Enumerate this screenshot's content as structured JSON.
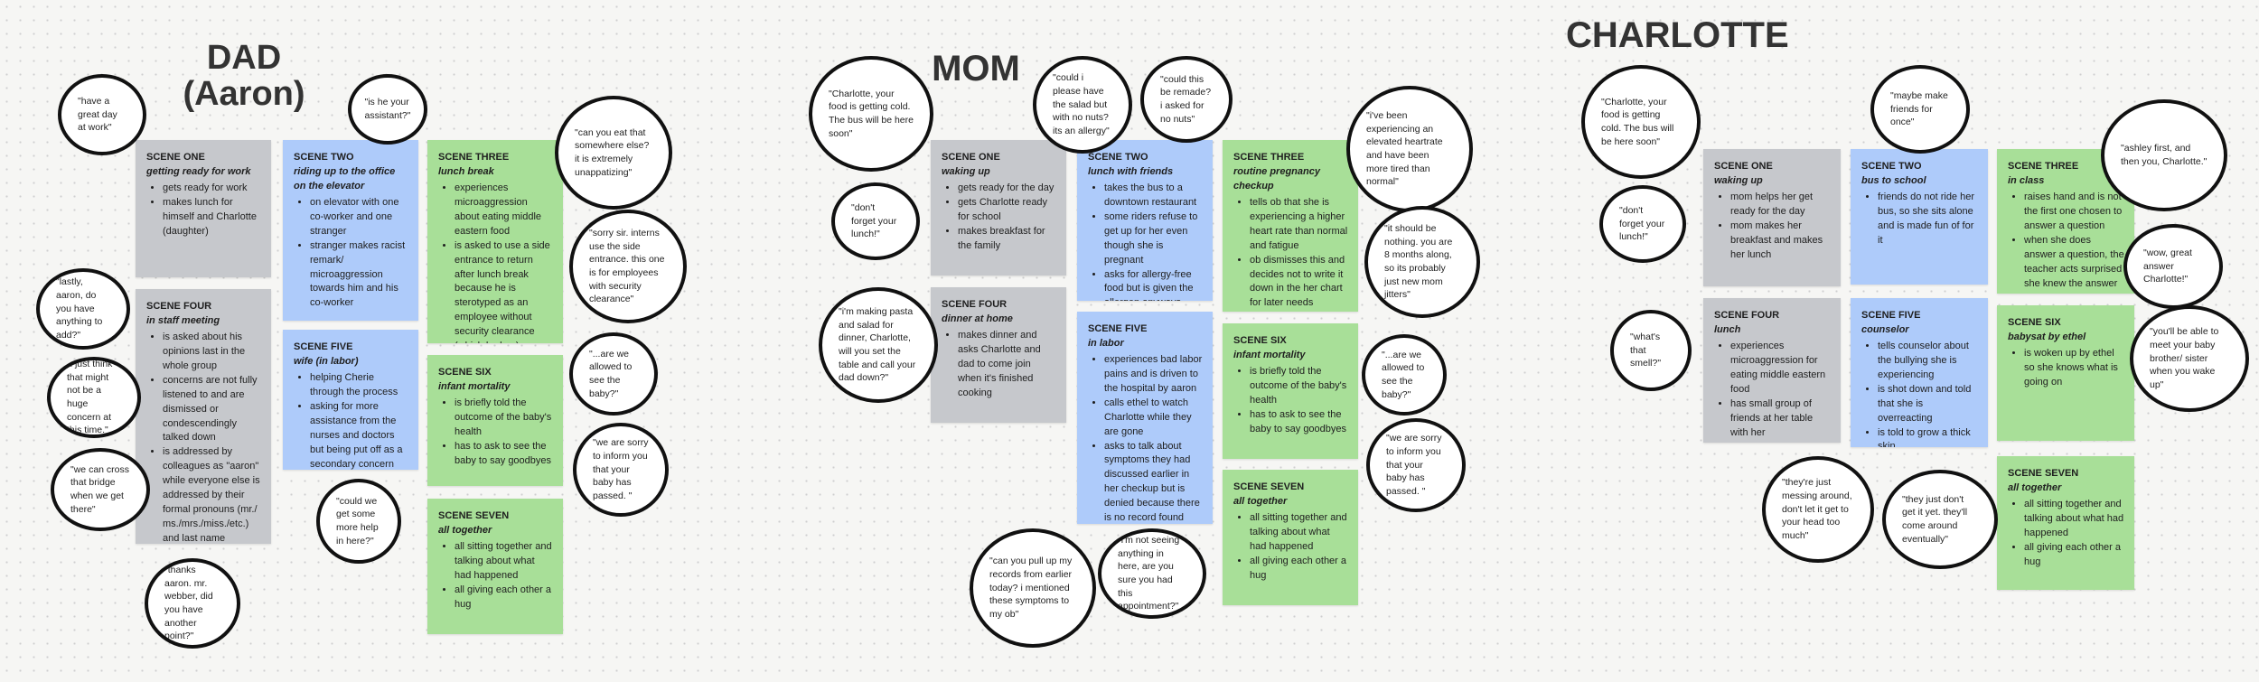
{
  "sections": {
    "dad": {
      "title": "DAD\n(Aaron)",
      "scenes": {
        "one": {
          "heading": "SCENE ONE",
          "sub": "getting ready for work",
          "items": [
            "gets ready for work",
            "makes lunch for himself and Charlotte (daughter)"
          ]
        },
        "two": {
          "heading": "SCENE TWO",
          "sub": "riding up to the office on the elevator",
          "items": [
            "on elevator with one co-worker and one stranger",
            "stranger makes racist remark/ microaggression towards him and his co-worker"
          ]
        },
        "three": {
          "heading": "SCENE THREE",
          "sub": "lunch break",
          "items": [
            "experiences microaggression about eating middle eastern food",
            "is asked to use a side entrance to return after lunch break because he is sterotyped as an employee without security clearance (which he has)"
          ]
        },
        "four": {
          "heading": "SCENE FOUR",
          "sub": "in staff meeting",
          "items": [
            "is asked about his opinions last in the whole group",
            "concerns are not fully listened to and are dismissed or condescendingly talked down",
            "is addressed by colleagues as \"aaron\" while everyone else is addressed by their formal pronouns (mr./ ms./mrs./miss./etc.) and last name"
          ]
        },
        "five": {
          "heading": "SCENE FIVE",
          "sub": "wife (in labor)",
          "items": [
            "helping Cherie through the process",
            "asking for more assistance from the nurses and doctors but being put off as a secondary concern"
          ]
        },
        "six": {
          "heading": "SCENE SIX",
          "sub": "infant mortality",
          "items": [
            "is briefly told the outcome of the baby's health",
            "has to ask to see the baby to say goodbyes"
          ]
        },
        "seven": {
          "heading": "SCENE SEVEN",
          "sub": "all together",
          "items": [
            "all sitting together and talking about what had happened",
            "all giving each other a hug"
          ]
        }
      },
      "bubbles": {
        "b1": "\"have a great day at work\"",
        "b2": "\"is he your assistant?\"",
        "b3": "\"can you eat that somewhere else? it is extremely unappatizing\"",
        "b4": "\"sorry sir. interns use the side entrance. this one is for employees with security clearance\"",
        "b5": "\"lastly, aaron, do you have anything to add?\"",
        "b6": "\"i just think that might not be a huge concern at this time.\"",
        "b7": "\"we can cross that bridge when we get there\"",
        "b8": "\"thanks aaron. mr. webber, did you have another point?\"",
        "b9": "\"could we get some more help in here?\"",
        "b10": "\"...are we allowed to see the baby?\"",
        "b11": "\"we are sorry to inform you that your baby has passed. \""
      }
    },
    "mom": {
      "title": "MOM",
      "scenes": {
        "one": {
          "heading": "SCENE ONE",
          "sub": "waking up",
          "items": [
            "gets ready for the day",
            "gets Charlotte ready for school",
            "makes breakfast for the family"
          ]
        },
        "two": {
          "heading": "SCENE TWO",
          "sub": "lunch with friends",
          "items": [
            "takes the bus to a downtown restaurant",
            "some riders refuse to get up for her even though she is pregnant",
            "asks for allergy-free food but is given the allergen anyways"
          ]
        },
        "three": {
          "heading": "SCENE THREE",
          "sub": "routine pregnancy checkup",
          "items": [
            "tells ob that she is experiencing a higher heart rate than normal and fatigue",
            "ob dismisses this and decides not to write it down in the her chart for later needs"
          ]
        },
        "four": {
          "heading": "SCENE FOUR",
          "sub": "dinner at home",
          "items": [
            "makes dinner and asks Charlotte and dad to come join when it's finished cooking"
          ]
        },
        "five": {
          "heading": "SCENE FIVE",
          "sub": "in labor",
          "items": [
            "experiences bad labor pains and is driven to the hospital by aaron",
            "calls ethel to watch Charlotte while they are gone",
            "asks to talk about symptoms they had discussed earlier in her checkup but is denied because there is no record found"
          ]
        },
        "six": {
          "heading": "SCENE SIX",
          "sub": "infant mortality",
          "items": [
            "is briefly told the outcome of the baby's health",
            "has to ask to see the baby to say goodbyes"
          ]
        },
        "seven": {
          "heading": "SCENE SEVEN",
          "sub": "all together",
          "items": [
            "all sitting together and talking about what had happened",
            "all giving each other a hug"
          ]
        }
      },
      "bubbles": {
        "b1": "\"Charlotte, your food is getting cold. The bus will be here soon\"",
        "b2": "\"could i please have the salad but with no nuts? its an allergy\"",
        "b3": "\"could this be remade? i asked for no nuts\"",
        "b4": "\"i've been experiencing an elevated heartrate and have been more tired than normal\"",
        "b5": "\"don't forget your lunch!\"",
        "b6": "\"it should be nothing. you are 8 months along, so its probably just new mom jitters\"",
        "b7": "\"i'm making pasta and salad for dinner, Charlotte, will you set the table and call your dad down?\"",
        "b8": "\"...are we allowed to see the baby?\"",
        "b9": "\"we are sorry to inform you that your baby has passed. \"",
        "b10": "\"can you pull up my records from earlier today? i mentioned these symptoms to my ob\"",
        "b11": "\"i'm not seeing anything in here, are you sure you had this appointment?\""
      }
    },
    "charlotte": {
      "title": "CHARLOTTE",
      "scenes": {
        "one": {
          "heading": "SCENE ONE",
          "sub": "waking up",
          "items": [
            "mom helps her get ready for the day",
            "mom makes her breakfast and makes her lunch"
          ]
        },
        "two": {
          "heading": "SCENE TWO",
          "sub": "bus to school",
          "items": [
            "friends do not ride her bus, so she sits alone and is made fun of for it"
          ]
        },
        "three": {
          "heading": "SCENE THREE",
          "sub": "in class",
          "items": [
            "raises hand and is not the first one chosen to answer a question",
            "when she does answer a question, the teacher acts surprised she knew the answer"
          ]
        },
        "four": {
          "heading": "SCENE FOUR",
          "sub": "lunch",
          "items": [
            "experiences microaggression for eating middle eastern food",
            "has small group of friends at her table with her"
          ]
        },
        "five": {
          "heading": "SCENE FIVE",
          "sub": "counselor",
          "items": [
            "tells counselor about the bullying she is experiencing",
            "is shot down and told that she is overreacting",
            "is told to grow a thick skin"
          ]
        },
        "six": {
          "heading": "SCENE SIX",
          "sub": "babysat by ethel",
          "items": [
            "is woken up by ethel so she knows what is going on"
          ]
        },
        "seven": {
          "heading": "SCENE SEVEN",
          "sub": "all together",
          "items": [
            "all sitting together and talking about what had happened",
            "all giving each other a hug"
          ]
        }
      },
      "bubbles": {
        "b1": "\"Charlotte, your food is getting cold. The bus will be here soon\"",
        "b2": "\"maybe make friends for once\"",
        "b3": "\"ashley first, and then you, Charlotte.\"",
        "b4": "\"don't forget your lunch!\"",
        "b5": "\"wow, great answer Charlotte!\"",
        "b6": "\"what's that smell?\"",
        "b7": "\"you'll be able to meet your baby brother/ sister when you wake up\"",
        "b8": "\"they're just messing around, don't let it get to your head too much\"",
        "b9": "\"they just don't get it yet. they'll come around eventually\""
      }
    }
  },
  "colors": {
    "gray": "#c6c8cc",
    "blue": "#aecbfa",
    "green": "#a8df98",
    "outline": "#111111"
  }
}
